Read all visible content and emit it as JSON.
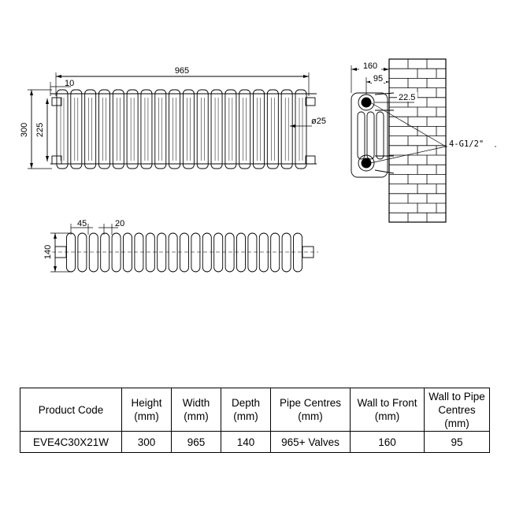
{
  "front_view": {
    "dim_width": "965",
    "dim_offset": "10",
    "dim_height": "300",
    "dim_pipe_centres": "225",
    "dim_tube": "ø25"
  },
  "top_view": {
    "dim_pitch": "45",
    "dim_gap": "20",
    "dim_depth": "140"
  },
  "side_view": {
    "dim_wall_front": "160",
    "dim_wall_pipe": "95",
    "dim_pipe_offset": "22.5",
    "thread_label": "4-G1/2\""
  },
  "table": {
    "headers": [
      [
        "Product Code"
      ],
      [
        "Height",
        "(mm)"
      ],
      [
        "Width",
        "(mm)"
      ],
      [
        "Depth",
        "(mm)"
      ],
      [
        "Pipe Centres",
        "(mm)"
      ],
      [
        "Wall to Front",
        "(mm)"
      ],
      [
        "Wall to Pipe",
        "Centres",
        "(mm)"
      ]
    ],
    "row": [
      "EVE4C30X21W",
      "300",
      "965",
      "140",
      "965+ Valves",
      "160",
      "95"
    ]
  }
}
